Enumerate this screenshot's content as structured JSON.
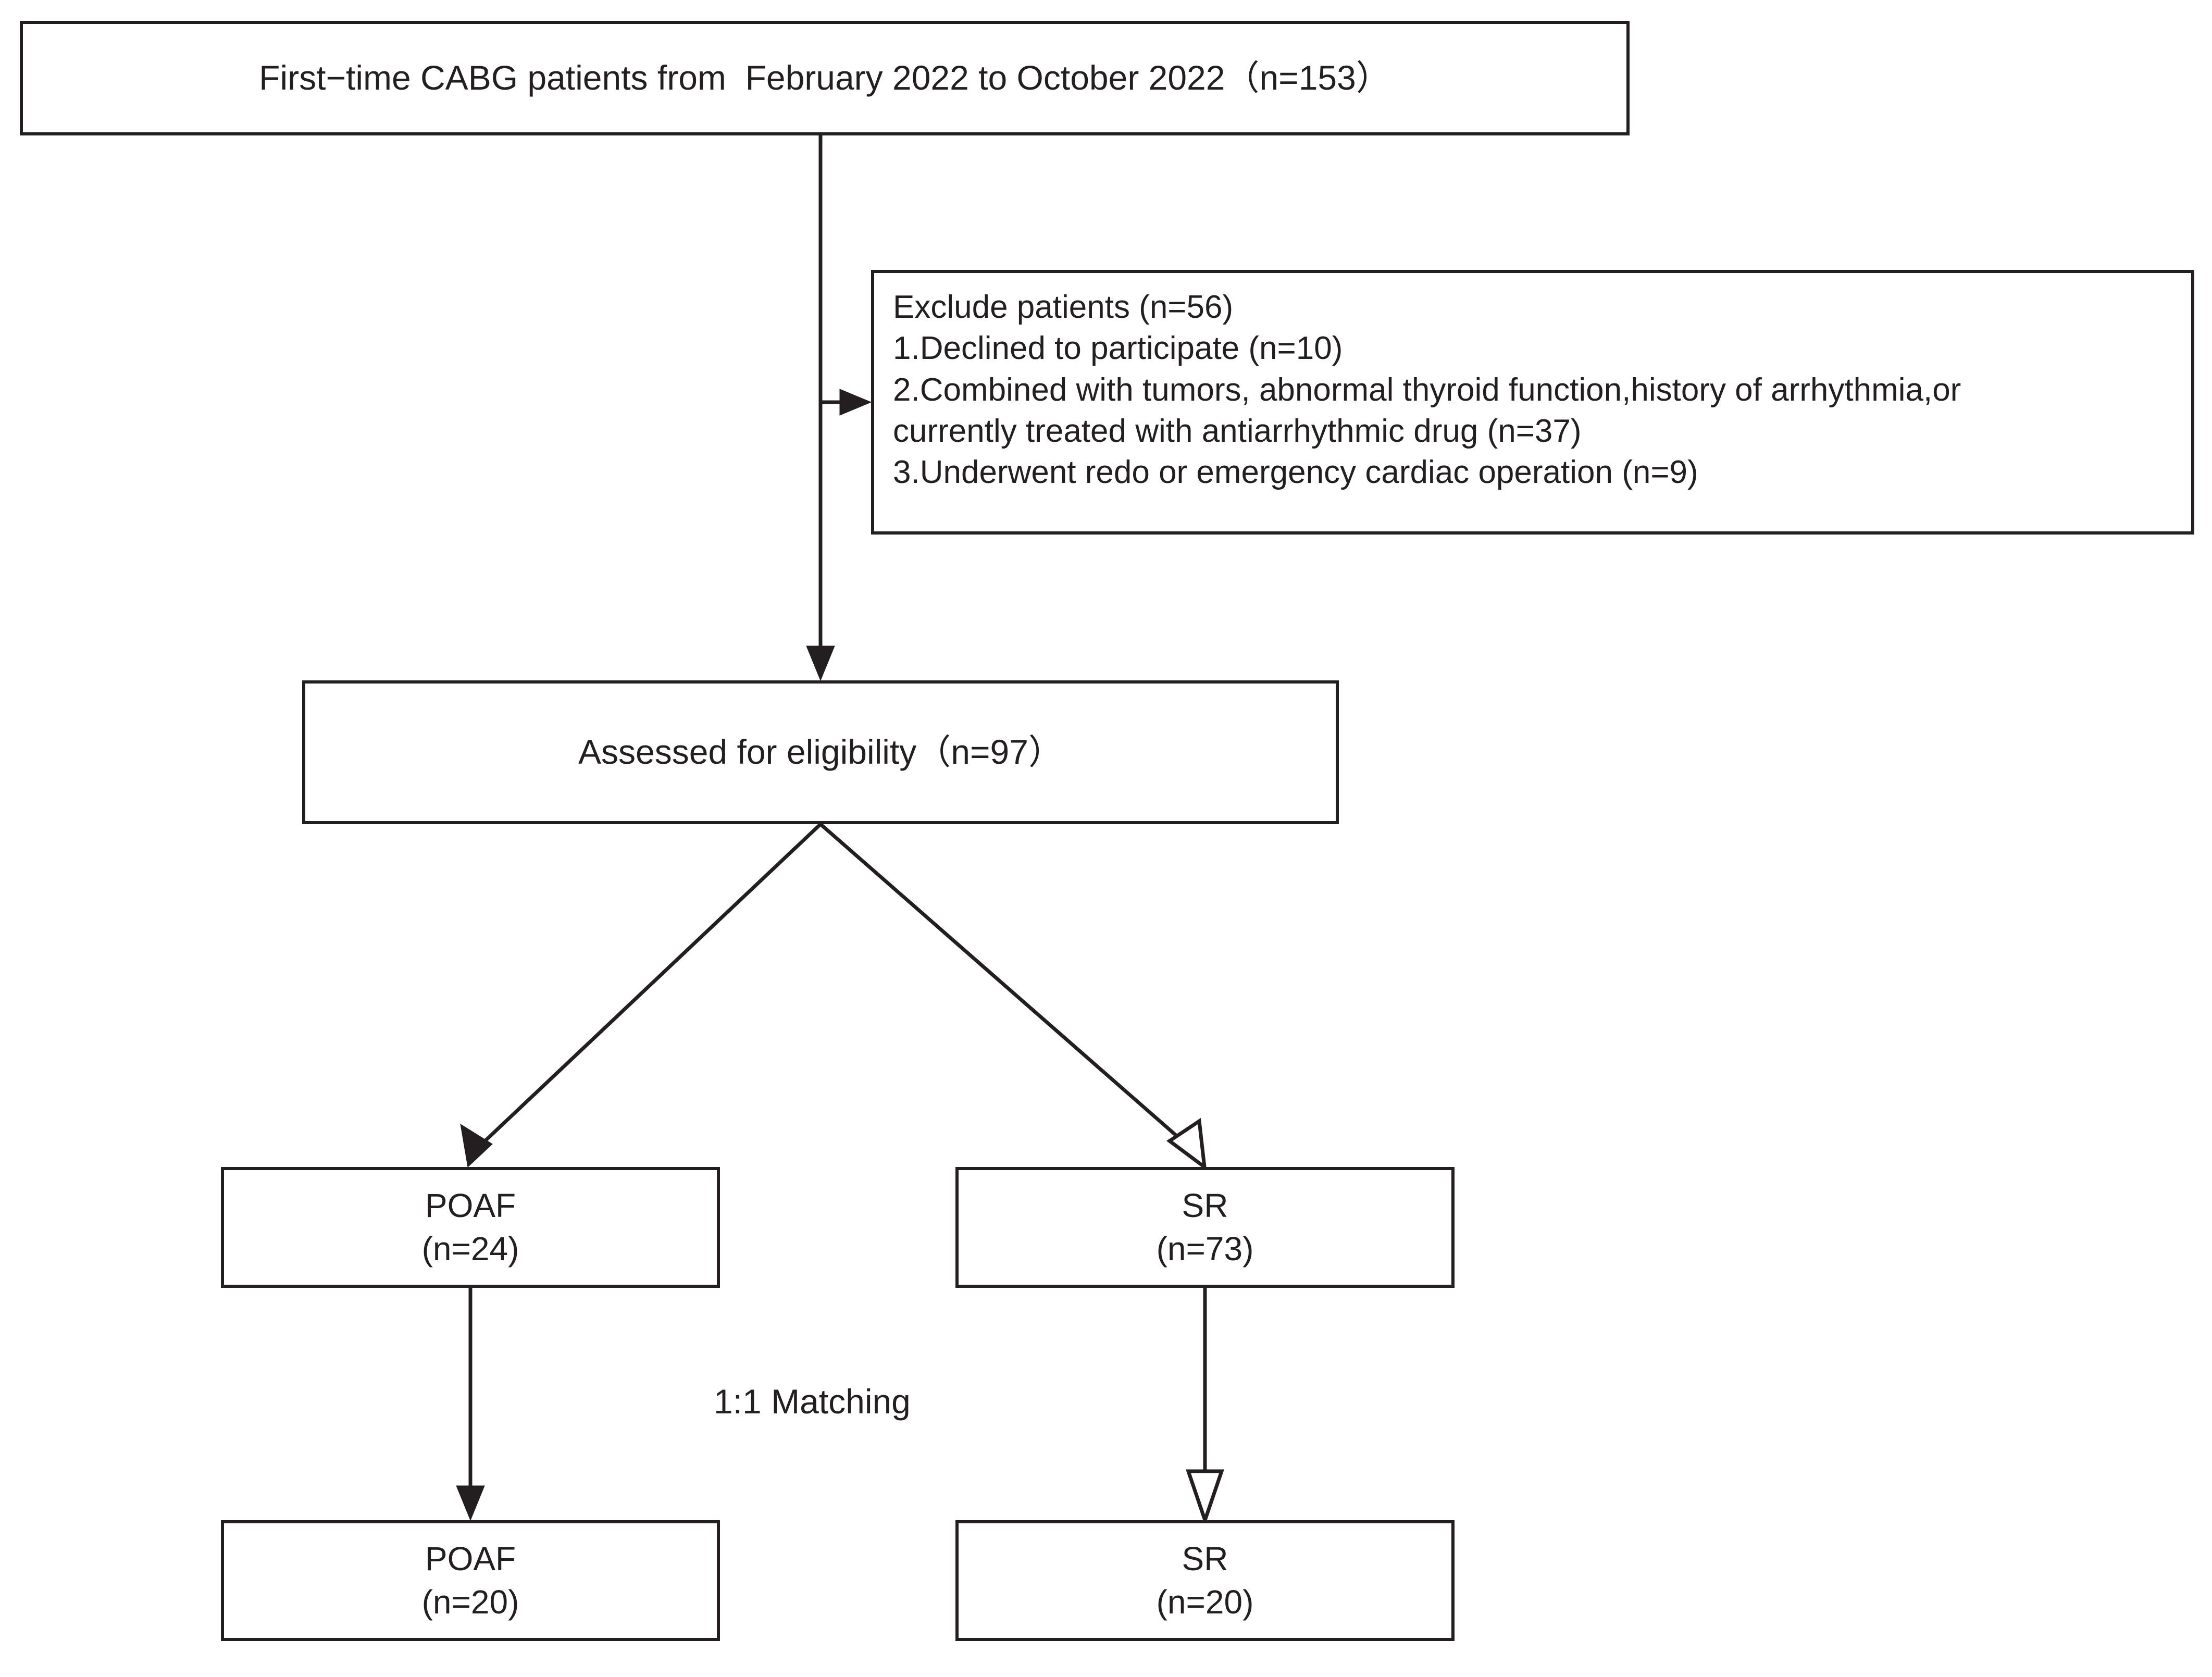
{
  "diagram": {
    "title_node": {
      "lines": [
        "First−time CABG patients from  February 2022 to October 2022（n=153）"
      ]
    },
    "exclusion_node": {
      "lines": [
        "Exclude patients (n=56)",
        "1.Declined to participate (n=10)",
        "2.Combined with tumors, abnormal thyroid function,history of arrhythmia,or",
        "currently treated with antiarrhythmic drug (n=37)",
        "3.Underwent redo or emergency cardiac operation (n=9)"
      ]
    },
    "eligibility_node": {
      "lines": [
        "Assessed for eligibility（n=97）"
      ]
    },
    "poaf_pre_node": {
      "lines": [
        "POAF",
        "(n=24)"
      ]
    },
    "sr_pre_node": {
      "lines": [
        "SR",
        "(n=73)"
      ]
    },
    "poaf_post_node": {
      "lines": [
        "POAF",
        "(n=20)"
      ]
    },
    "sr_post_node": {
      "lines": [
        "SR",
        "(n=20)"
      ]
    },
    "matching_label": "1:1 Matching",
    "colors": {
      "stroke": "#231f20",
      "background": "#ffffff"
    }
  }
}
